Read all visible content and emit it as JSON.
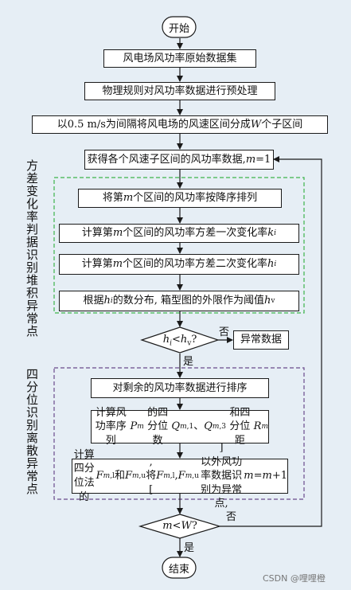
{
  "flow": {
    "start": "开始",
    "n1": "风电场风功率原始数据集",
    "n2": "物理规则对风功率数据进行预处理",
    "n3": "以0.5 m/s为间隔将风电场的风速区间分成W个子区间",
    "n4": "获得各个风速子区间的风功率数据, m=1",
    "g1": "将第m个区间的风功率按降序排列",
    "g2": "计算第m个区间的风功率方差一次变化率k_i",
    "g3": "计算第m个区间的风功率方差二次变化率h_i",
    "g4": "根据h_i的数分布, 箱型图的外限作为阈值h_v",
    "d1": "h_i<h_v?",
    "d1_no": "否",
    "d1_yes": "是",
    "abnormal": "异常数据",
    "q1": "对剩余的风功率数据进行排序",
    "q2": "计算风功率序列P_m的四分位数 Q_m,1、Q_m,3和四分位距R_m",
    "q3": "计算四分位法的F_m,l和F_m,u, 将[F_m,l, F_m,u] 以外风功率数据识别为异常点, m=m+1",
    "d2": "m<W?",
    "d2_no": "否",
    "d2_yes": "是",
    "end": "结束"
  },
  "sections": {
    "stack": "方差变化率判据识别堆积异常点",
    "discrete": "四分位识别离散异常点"
  },
  "watermark": "CSDN @哩哩橙",
  "colors": {
    "background": "#e6eef5",
    "stack_border": "#3cb44b",
    "discrete_border": "#6a4c8c",
    "line": "#1a1a1a"
  }
}
